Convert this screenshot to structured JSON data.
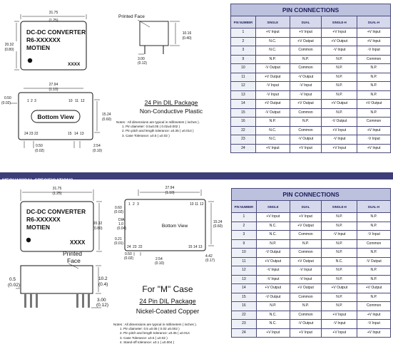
{
  "top": {
    "module": {
      "title": "DC-DC CONVERTER",
      "model": "R6-XXXXXX",
      "brand": "MOTIEN",
      "code": "XXXX"
    },
    "dims": {
      "width_mm": "31.75",
      "width_in": "(1.25)",
      "height_mm": "20.32",
      "height_in": "(0.80)",
      "side_height_mm": "10.16",
      "side_height_in": "(0.40)",
      "pin_len_mm": "3.00",
      "pin_len_in": "(0.12)",
      "bottom_width_mm": "27.94",
      "bottom_width_in": "(1.10)",
      "bottom_height_mm": "15.24",
      "bottom_height_in": "(0.60)",
      "pin_offset_mm": "0.50",
      "pin_offset_in": "(0.02)",
      "row_offset_mm": "0.50",
      "row_offset_in": "(0.02)",
      "pitch_mm": "2.54",
      "pitch_in": "(0.10)"
    },
    "printed_face": "Printed Face",
    "bottom_view": "Bottom View",
    "pin_labels_top": [
      "1",
      "2",
      "3",
      "10",
      "11",
      "12"
    ],
    "pin_labels_bottom": [
      "24",
      "23",
      "22",
      "15",
      "14",
      "13"
    ],
    "package_line1": "24 Pin DIL Package",
    "package_line2": "Non-Conductive Plastic",
    "notes": [
      "Notes : All dimensions are typical in millimeters ( inches ).",
      "1.  Pin diameter: 0.5±0.05 ( 0.02±0.002 )",
      "2.  Pin pitch and length tolerance: ±0.35 ( ±0.014 )",
      "3.  Case Tolerance: ±0.5 ( ±0.02 )"
    ]
  },
  "section_title": "MECHANICAL SPECIFICATIONS",
  "bottom": {
    "module": {
      "title": "DC-DC CONVERTER",
      "model": "R6-XXXXXX",
      "brand": "MOTIEN",
      "code": "XXXX"
    },
    "dims": {
      "width_mm": "31.75",
      "width_in": "(1.25)",
      "height_mm": "20.32",
      "height_in": "(0.80)",
      "bw_mm": "27.94",
      "bw_in": "(1.10)",
      "bh_mm": "15.24",
      "bh_in": "(0.60)",
      "top_off_mm": "0.60",
      "top_off_in": "(0.02)",
      "dia_label": "DIA",
      "dia_mm": "1.0",
      "dia_in": "(0.04)",
      "pin_off_mm": "0.21",
      "pin_off_in": "(0.01)",
      "row_mm": "0.50",
      "row_in": "(0.02)",
      "pitch_mm": "2.54",
      "pitch_in": "(0.10)",
      "end_mm": "4.42",
      "end_in": "(0.17)",
      "face_off_mm": "0.5",
      "face_off_in": "(0.02)",
      "side_h_mm": "10.2",
      "side_h_in": "(0.4)",
      "pin_len_mm": "3.00",
      "pin_len_in": "(0.12)"
    },
    "printed_face_line1": "Printed",
    "printed_face_line2": "Face",
    "bottom_view": "Bottom View",
    "pin_labels_top": [
      "1",
      "2",
      "3",
      "10",
      "11",
      "12"
    ],
    "pin_labels_bottom": [
      "24",
      "23",
      "22",
      "15",
      "14",
      "13"
    ],
    "for_m_case": "For \"M\" Case",
    "package_line1": "24 Pin DIL Package",
    "package_line2": "Nickel-Coated Copper",
    "notes": [
      "Notes : All dimensions are typical in millimeters ( inches ).",
      "1.  Pin diameter: 0.5 ±0.05 ( 0.02 ±0.002 )",
      "2.  Pin pitch and length tolerance: ±0.35 ( ±0.014",
      "3.  Case Tolerance: ±0.5 ( ±0.02 )",
      "4.  Stand-off tolerance: ±0.1 ( ±0.004 )"
    ]
  },
  "table_top": {
    "title": "PIN CONNECTIONS",
    "headers": [
      "PIN NUMBER",
      "SINGLE",
      "DUAL",
      "SINGLE-H",
      "DUAL-H"
    ],
    "rows": [
      [
        "1",
        "+V Input",
        "+V Input",
        "+V Input",
        "+V Input"
      ],
      [
        "2",
        "N.C.",
        "+V Output",
        "+V Output",
        "+V Input"
      ],
      [
        "3",
        "N.C.",
        "Common",
        "-V Input",
        "-V Input"
      ],
      [
        "9",
        "N.P.",
        "N.P.",
        "N.P.",
        "Common"
      ],
      [
        "10",
        "-V Output",
        "Common",
        "N.P.",
        "N.P."
      ],
      [
        "11",
        "+V Output",
        "-V Output",
        "N.P.",
        "N.P."
      ],
      [
        "12",
        "-V Input",
        "-V Input",
        "N.P.",
        "N.P."
      ],
      [
        "13",
        "-V Input",
        "-V Input",
        "N.P.",
        "N.P."
      ],
      [
        "14",
        "+V Output",
        "+V Output",
        "+V Output",
        "+V Output"
      ],
      [
        "15",
        "-V Output",
        "Common",
        "N.P.",
        "N.P."
      ],
      [
        "16",
        "N.P.",
        "N.P.",
        "-V Output",
        "Common"
      ],
      [
        "22",
        "N.C.",
        "Common",
        "+V Input",
        "+V Input"
      ],
      [
        "23",
        "N.C.",
        "-V Output",
        "-V Input",
        "-V Input"
      ],
      [
        "24",
        "+V Input",
        "+V Input",
        "+V Input",
        "+V Input"
      ]
    ]
  },
  "table_bottom": {
    "title": "PIN CONNECTIONS",
    "headers": [
      "PIN NUMBER",
      "SINGLE",
      "DUAL",
      "SINGLE-H",
      "DUAL-H"
    ],
    "rows": [
      [
        "1",
        "+V Input",
        "+V Input",
        "N.P.",
        "N.P."
      ],
      [
        "2",
        "N.C.",
        "+V Output",
        "N.P.",
        "N.P."
      ],
      [
        "3",
        "N.C.",
        "Common",
        "-V Input",
        "-V Input"
      ],
      [
        "9",
        "N.P.",
        "N.P.",
        "N.P.",
        "Common"
      ],
      [
        "10",
        "-V Output",
        "Common",
        "N.P.",
        "N.P."
      ],
      [
        "11",
        "+V Output",
        "+V Output",
        "N.C.",
        "-V Output"
      ],
      [
        "12",
        "-V Input",
        "-V Input",
        "N.P.",
        "N.P."
      ],
      [
        "13",
        "-V Input",
        "-V Input",
        "N.P.",
        "N.P."
      ],
      [
        "14",
        "+V Output",
        "+V Output",
        "+V Output",
        "+V Output"
      ],
      [
        "15",
        "-V Output",
        "Common",
        "N.P.",
        "N.P."
      ],
      [
        "16",
        "N.P.",
        "N.P.",
        "N.P.",
        "Common"
      ],
      [
        "22",
        "N.C.",
        "Common",
        "+V Input",
        "+V Input"
      ],
      [
        "23",
        "N.C.",
        "-V Output",
        "-V Input",
        "-V Input"
      ],
      [
        "24",
        "+V Input",
        "+V Input",
        "+V Input",
        "+V Input"
      ]
    ]
  }
}
